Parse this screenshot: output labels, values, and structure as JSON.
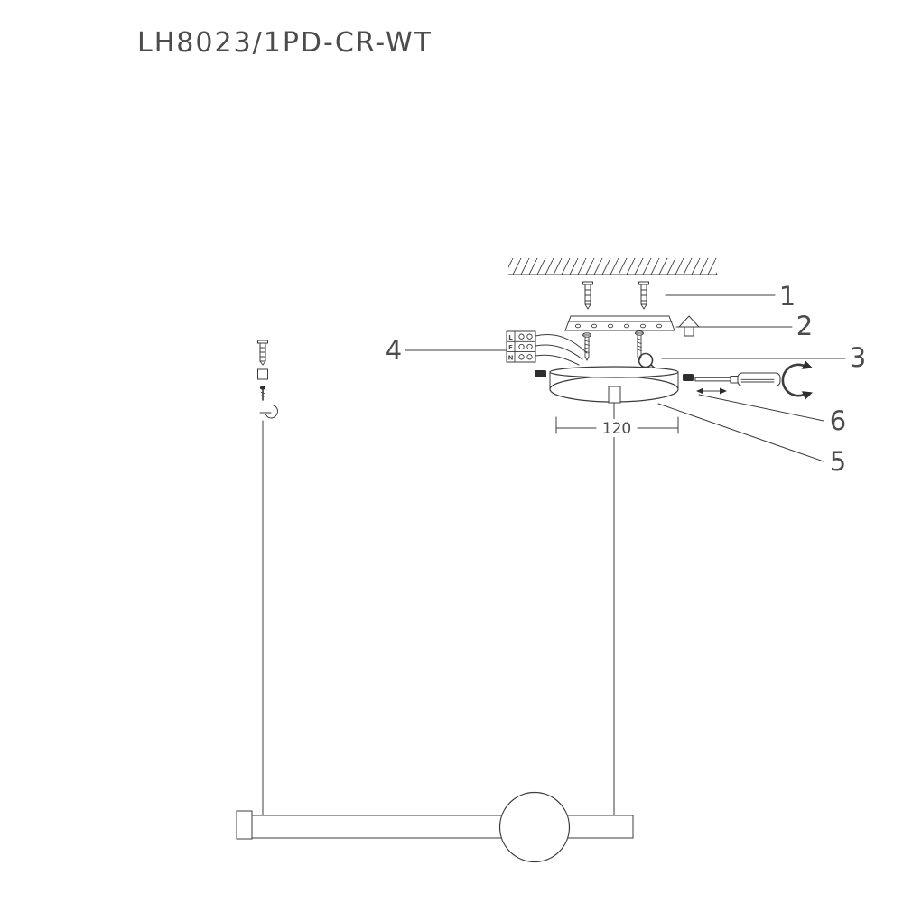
{
  "title": "LH8023/1PD-CR-WT",
  "callouts": {
    "n1": "1",
    "n2": "2",
    "n3": "3",
    "n4": "4",
    "n5": "5",
    "n6": "6"
  },
  "dimension": {
    "canopy_width": "120"
  },
  "terminal_block": {
    "labels": {
      "line": "L",
      "earth": "E",
      "neutral": "N"
    }
  },
  "colors": {
    "line": "#3c3c3c",
    "text": "#4c4c4c",
    "background": "#ffffff"
  }
}
